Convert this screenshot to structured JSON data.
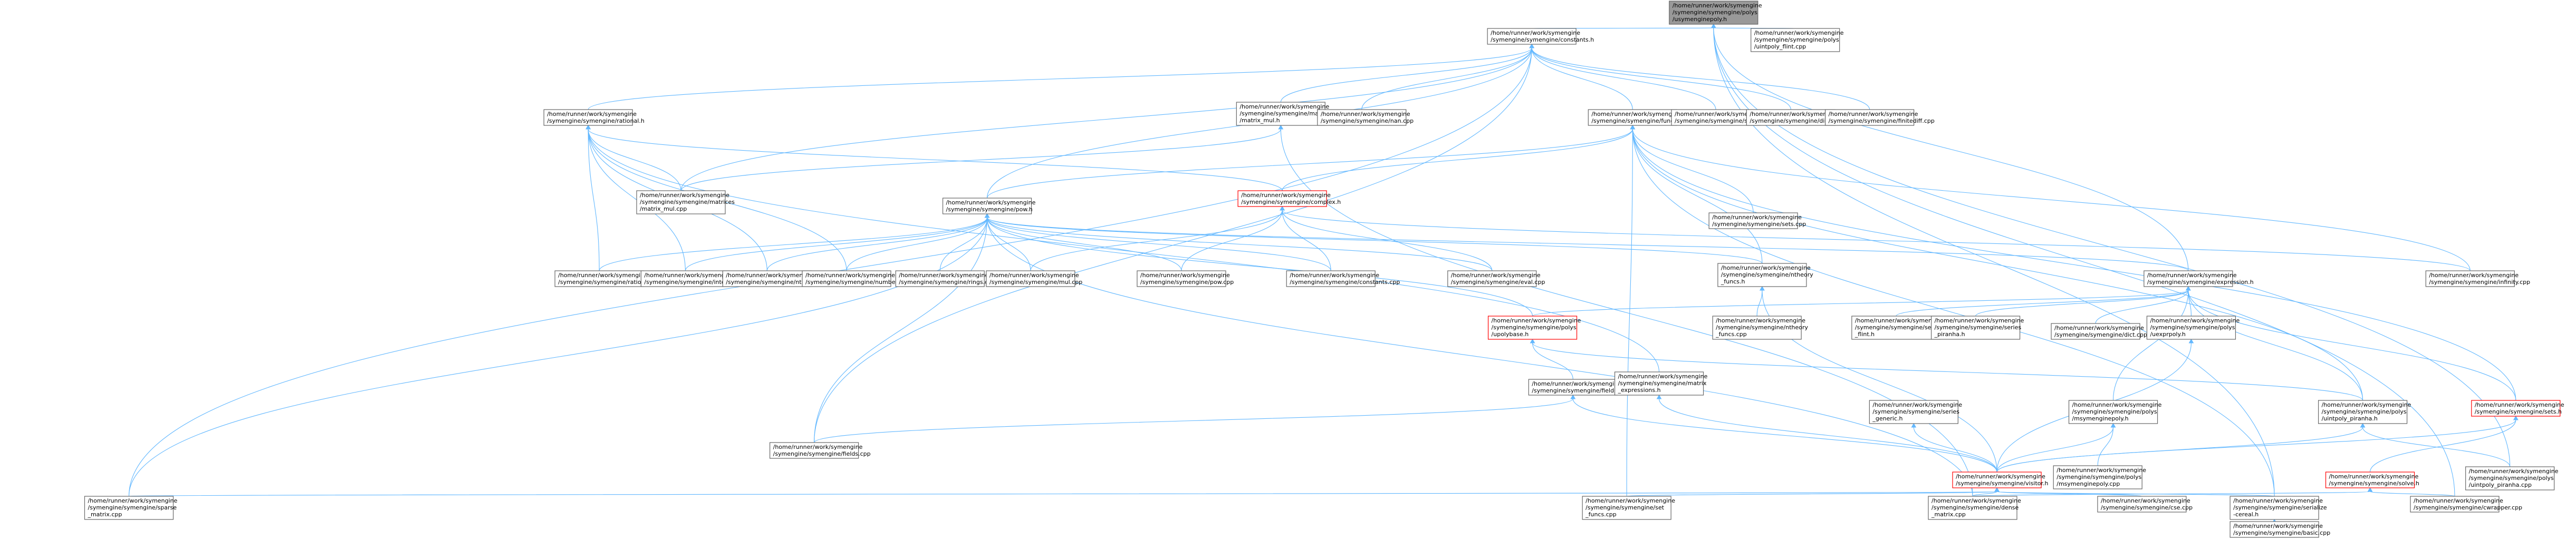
{
  "colors": {
    "root_fill": "#999999",
    "node_border": "#666666",
    "highlight_border": "#ff0000",
    "edge": "#63b8ff"
  },
  "nodes": [
    {
      "id": "polys_usymenginepoly",
      "label": [
        "/home/runner/work/symengine",
        "/symengine/symengine/polys",
        "/usymenginepoly.h"
      ],
      "root": true
    },
    {
      "id": "uintpoly_flint_cpp",
      "label": [
        "/home/runner/work/symengine",
        "/symengine/symengine/polys",
        "/uintpoly_flint.cpp"
      ]
    },
    {
      "id": "constants_h",
      "label": [
        "/home/runner/work/symengine",
        "/symengine/symengine/constants.h"
      ]
    },
    {
      "id": "rational_h",
      "label": [
        "/home/runner/work/symengine",
        "/symengine/symengine/rational.h"
      ]
    },
    {
      "id": "matrices_mul_h",
      "label": [
        "/home/runner/work/symengine",
        "/symengine/symengine/matrices",
        "/matrix_mul.h"
      ]
    },
    {
      "id": "nan_cpp",
      "label": [
        "/home/runner/work/symengine",
        "/symengine/symengine/nan.cpp"
      ]
    },
    {
      "id": "functions_h",
      "label": [
        "/home/runner/work/symengine",
        "/symengine/symengine/functions.h"
      ]
    },
    {
      "id": "symbol_cpp",
      "label": [
        "/home/runner/work/symengine",
        "/symengine/symengine/symbol.cpp"
      ]
    },
    {
      "id": "diophantine_cpp",
      "label": [
        "/home/runner/work/symengine",
        "/symengine/symengine/diophantine.cpp"
      ]
    },
    {
      "id": "finitediff_cpp",
      "label": [
        "/home/runner/work/symengine",
        "/symengine/symengine/finitediff.cpp"
      ]
    },
    {
      "id": "pow_h",
      "label": [
        "/home/runner/work/symengine",
        "/symengine/symengine/pow.h"
      ]
    },
    {
      "id": "complex_h",
      "label": [
        "/home/runner/work/symengine",
        "/symengine/symengine/complex.h"
      ],
      "red": true
    },
    {
      "id": "sets_cpp",
      "label": [
        "/home/runner/work/symengine",
        "/symengine/symengine/sets.cpp"
      ]
    },
    {
      "id": "matrix_mul_cpp",
      "label": [
        "/home/runner/work/symengine",
        "/symengine/symengine/matrices",
        "/matrix_mul.cpp"
      ]
    },
    {
      "id": "rational_cpp",
      "label": [
        "/home/runner/work/symengine",
        "/symengine/symengine/rational.cpp"
      ]
    },
    {
      "id": "integer_cpp",
      "label": [
        "/home/runner/work/symengine",
        "/symengine/symengine/integer.cpp"
      ]
    },
    {
      "id": "ntheory_cpp",
      "label": [
        "/home/runner/work/symengine",
        "/symengine/symengine/ntheory.cpp"
      ]
    },
    {
      "id": "number_cpp",
      "label": [
        "/home/runner/work/symengine",
        "/symengine/symengine/number.cpp"
      ]
    },
    {
      "id": "rings_cpp",
      "label": [
        "/home/runner/work/symengine",
        "/symengine/symengine/rings.cpp"
      ]
    },
    {
      "id": "mul_cpp",
      "label": [
        "/home/runner/work/symengine",
        "/symengine/symengine/mul.cpp"
      ]
    },
    {
      "id": "pow_cpp",
      "label": [
        "/home/runner/work/symengine",
        "/symengine/symengine/pow.cpp"
      ]
    },
    {
      "id": "constants_cpp",
      "label": [
        "/home/runner/work/symengine",
        "/symengine/symengine/constants.cpp"
      ]
    },
    {
      "id": "eval_cpp",
      "label": [
        "/home/runner/work/symengine",
        "/symengine/symengine/eval.cpp"
      ]
    },
    {
      "id": "ntheory_funcs_h",
      "label": [
        "/home/runner/work/symengine",
        "/symengine/symengine/ntheory",
        "_funcs.h"
      ]
    },
    {
      "id": "infinity_cpp",
      "label": [
        "/home/runner/work/symengine",
        "/symengine/symengine/infinity.cpp"
      ]
    },
    {
      "id": "expression_h",
      "label": [
        "/home/runner/work/symengine",
        "/symengine/symengine/expression.h"
      ]
    },
    {
      "id": "upolybase_h",
      "label": [
        "/home/runner/work/symengine",
        "/symengine/symengine/polys",
        "/upolybase.h"
      ],
      "red": true
    },
    {
      "id": "ntheory_funcs_cpp",
      "label": [
        "/home/runner/work/symengine",
        "/symengine/symengine/ntheory",
        "_funcs.cpp"
      ]
    },
    {
      "id": "series_flint_h",
      "label": [
        "/home/runner/work/symengine",
        "/symengine/symengine/series",
        "_flint.h"
      ]
    },
    {
      "id": "series_piranha_h",
      "label": [
        "/home/runner/work/symengine",
        "/symengine/symengine/series",
        "_piranha.h"
      ]
    },
    {
      "id": "dict_cpp",
      "label": [
        "/home/runner/work/symengine",
        "/symengine/symengine/dict.cpp"
      ]
    },
    {
      "id": "uexprpoly_h",
      "label": [
        "/home/runner/work/symengine",
        "/symengine/symengine/polys",
        "/uexprpoly.h"
      ]
    },
    {
      "id": "fields_h",
      "label": [
        "/home/runner/work/symengine",
        "/symengine/symengine/fields.h"
      ]
    },
    {
      "id": "matrix_expressions_h",
      "label": [
        "/home/runner/work/symengine",
        "/symengine/symengine/matrix",
        "_expressions.h"
      ]
    },
    {
      "id": "series_generic_h",
      "label": [
        "/home/runner/work/symengine",
        "/symengine/symengine/series",
        "_generic.h"
      ]
    },
    {
      "id": "msymenginepoly_h",
      "label": [
        "/home/runner/work/symengine",
        "/symengine/symengine/polys",
        "/msymenginepoly.h"
      ]
    },
    {
      "id": "uintpoly_piranha_h",
      "label": [
        "/home/runner/work/symengine",
        "/symengine/symengine/polys",
        "/uintpoly_piranha.h"
      ]
    },
    {
      "id": "sets_h",
      "label": [
        "/home/runner/work/symengine",
        "/symengine/symengine/sets.h"
      ],
      "red": true
    },
    {
      "id": "fields_cpp",
      "label": [
        "/home/runner/work/symengine",
        "/symengine/symengine/fields.cpp"
      ]
    },
    {
      "id": "visitor_h",
      "label": [
        "/home/runner/work/symengine",
        "/symengine/symengine/visitor.h"
      ],
      "red": true
    },
    {
      "id": "msymenginepoly_cpp",
      "label": [
        "/home/runner/work/symengine",
        "/symengine/symengine/polys",
        "/msymenginepoly.cpp"
      ]
    },
    {
      "id": "solve_h",
      "label": [
        "/home/runner/work/symengine",
        "/symengine/symengine/solve.h"
      ],
      "red": true
    },
    {
      "id": "uintpoly_piranha_cpp",
      "label": [
        "/home/runner/work/symengine",
        "/symengine/symengine/polys",
        "/uintpoly_piranha.cpp"
      ]
    },
    {
      "id": "sparse_matrix_cpp",
      "label": [
        "/home/runner/work/symengine",
        "/symengine/symengine/sparse",
        "_matrix.cpp"
      ]
    },
    {
      "id": "set_funcs_cpp",
      "label": [
        "/home/runner/work/symengine",
        "/symengine/symengine/set",
        "_funcs.cpp"
      ]
    },
    {
      "id": "dense_matrix_cpp",
      "label": [
        "/home/runner/work/symengine",
        "/symengine/symengine/dense",
        "_matrix.cpp"
      ]
    },
    {
      "id": "cse_cpp",
      "label": [
        "/home/runner/work/symengine",
        "/symengine/symengine/cse.cpp"
      ]
    },
    {
      "id": "serialize_cereal_h",
      "label": [
        "/home/runner/work/symengine",
        "/symengine/symengine/serialize",
        "-cereal.h"
      ]
    },
    {
      "id": "cwrapper_cpp",
      "label": [
        "/home/runner/work/symengine",
        "/symengine/symengine/cwrapper.cpp"
      ]
    },
    {
      "id": "basic_cpp",
      "label": [
        "/home/runner/work/symengine",
        "/symengine/symengine/basic.cpp"
      ]
    }
  ]
}
